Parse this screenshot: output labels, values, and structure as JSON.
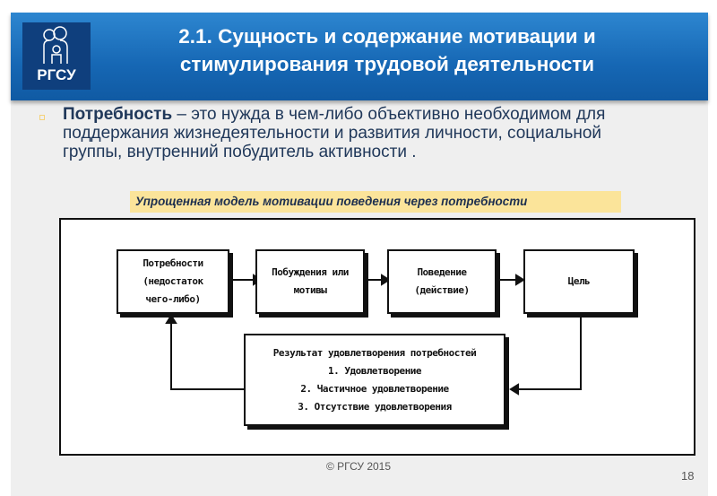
{
  "header": {
    "logo_text": "РГСУ",
    "title_line1": "2.1. Сущность и содержание мотивации и",
    "title_line2": "стимулирования трудовой деятельности"
  },
  "definition": {
    "term": "Потребность",
    "text": " – это нужда в чем-либо объективно необходимом для поддержания жизнедеятельности и развития личности, социальной группы, внутренний побудитель активности ."
  },
  "caption": "Упрощенная модель мотивации поведения через потребности",
  "diagram": {
    "boxes": [
      {
        "lines": [
          "Потребности",
          "(недостаток",
          "чего-либо)"
        ]
      },
      {
        "lines": [
          "Побуждения или",
          "мотивы"
        ]
      },
      {
        "lines": [
          "Поведение",
          "(действие)"
        ]
      },
      {
        "lines": [
          "Цель"
        ]
      }
    ],
    "result": {
      "title": "Результат удовлетворения потребностей",
      "items": [
        "1. Удовлетворение",
        "2. Частичное удовлетворение",
        "3. Отсутствие удовлетворения"
      ]
    }
  },
  "footer": {
    "copyright": "© РГСУ 2015",
    "page_number": "18"
  }
}
